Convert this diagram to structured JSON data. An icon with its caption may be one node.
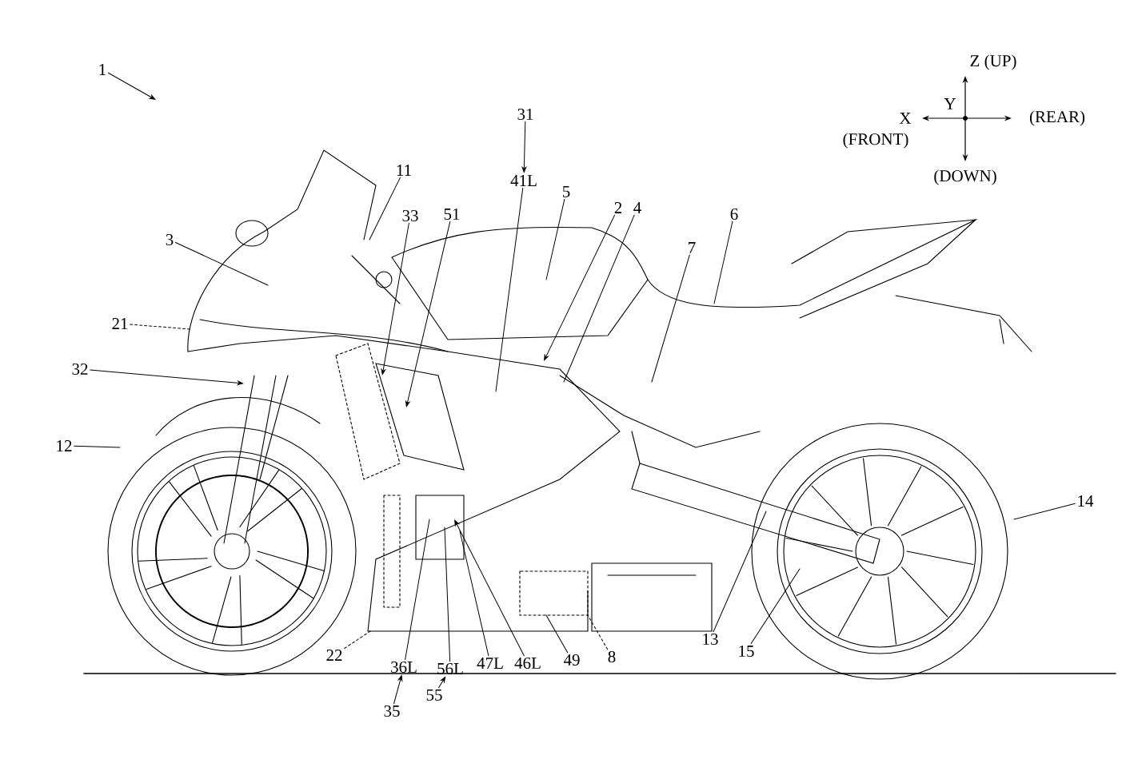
{
  "diagram": {
    "nodes": [
      {
        "text": [
          "1"
        ]
      },
      {
        "text": [
          "31"
        ]
      },
      {
        "text": [
          "41L"
        ]
      },
      {
        "text": [
          "11"
        ]
      },
      {
        "text": [
          "33"
        ]
      },
      {
        "text": [
          "51"
        ]
      },
      {
        "text": [
          "5"
        ]
      },
      {
        "text": [
          "2"
        ]
      },
      {
        "text": [
          "4"
        ]
      },
      {
        "text": [
          "7"
        ]
      },
      {
        "text": [
          "6"
        ]
      },
      {
        "text": [
          "3"
        ]
      },
      {
        "text": [
          "21"
        ]
      },
      {
        "text": [
          "32"
        ]
      },
      {
        "text": [
          "12"
        ]
      },
      {
        "text": [
          "14"
        ]
      },
      {
        "text": [
          "13"
        ]
      },
      {
        "text": [
          "15"
        ]
      },
      {
        "text": [
          "22"
        ]
      },
      {
        "text": [
          "36L"
        ]
      },
      {
        "text": [
          "56L"
        ]
      },
      {
        "text": [
          "47L"
        ]
      },
      {
        "text": [
          "46L"
        ]
      },
      {
        "text": [
          "49"
        ]
      },
      {
        "text": [
          "8"
        ]
      },
      {
        "text": [
          "35"
        ]
      },
      {
        "text": [
          "55"
        ]
      }
    ],
    "edges": [
      {
        "from": 0,
        "to": null,
        "arrow": "to"
      },
      {
        "from": 1,
        "to": 2,
        "arrow": "to"
      },
      {
        "from": 2,
        "to": null,
        "arrow": "none"
      },
      {
        "from": 3,
        "to": null,
        "arrow": "none"
      },
      {
        "from": 4,
        "to": null,
        "arrow": "to"
      },
      {
        "from": 5,
        "to": null,
        "arrow": "to"
      },
      {
        "from": 6,
        "to": null,
        "arrow": "none"
      },
      {
        "from": 7,
        "to": null,
        "arrow": "to"
      },
      {
        "from": 8,
        "to": null,
        "arrow": "none"
      },
      {
        "from": 9,
        "to": null,
        "arrow": "none"
      },
      {
        "from": 10,
        "to": null,
        "arrow": "none"
      },
      {
        "from": 11,
        "to": null,
        "arrow": "none"
      },
      {
        "from": 12,
        "to": null,
        "arrow": "none",
        "style": "dashed"
      },
      {
        "from": 13,
        "to": null,
        "arrow": "to"
      },
      {
        "from": 14,
        "to": null,
        "arrow": "none"
      },
      {
        "from": 15,
        "to": null,
        "arrow": "none"
      },
      {
        "from": 16,
        "to": null,
        "arrow": "none"
      },
      {
        "from": 17,
        "to": null,
        "arrow": "none"
      },
      {
        "from": 18,
        "to": null,
        "arrow": "none",
        "style": "dashed"
      },
      {
        "from": 19,
        "to": null,
        "arrow": "none"
      },
      {
        "from": 20,
        "to": null,
        "arrow": "none"
      },
      {
        "from": 21,
        "to": null,
        "arrow": "none"
      },
      {
        "from": 22,
        "to": null,
        "arrow": "to"
      },
      {
        "from": 23,
        "to": null,
        "arrow": "none"
      },
      {
        "from": 24,
        "to": null,
        "arrow": "none",
        "style": "dashed"
      },
      {
        "from": 25,
        "to": 19,
        "arrow": "to"
      },
      {
        "from": 26,
        "to": 20,
        "arrow": "to"
      }
    ],
    "labels": [
      "Z (UP)",
      "Y",
      "X",
      "(FRONT)",
      "(REAR)",
      "(DOWN)"
    ]
  }
}
